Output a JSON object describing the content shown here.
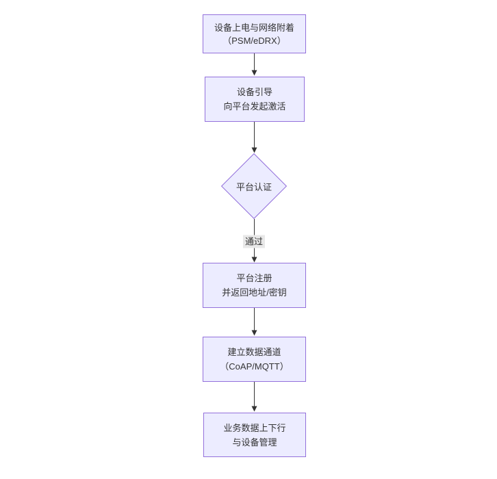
{
  "diagram": {
    "type": "flowchart-top-down",
    "nodes": [
      {
        "id": "power-attach",
        "shape": "rect",
        "lines": [
          "设备上电与网络附着",
          "（PSM/eDRX）"
        ]
      },
      {
        "id": "boot-activate",
        "shape": "rect",
        "lines": [
          "设备引导",
          "向平台发起激活"
        ]
      },
      {
        "id": "platform-auth",
        "shape": "diamond",
        "lines": [
          "平台认证"
        ]
      },
      {
        "id": "platform-register",
        "shape": "rect",
        "lines": [
          "平台注册",
          "并返回地址/密钥"
        ]
      },
      {
        "id": "data-channel",
        "shape": "rect",
        "lines": [
          "建立数据通道",
          "（CoAP/MQTT）"
        ]
      },
      {
        "id": "business-data",
        "shape": "rect",
        "lines": [
          "业务数据上下行",
          "与设备管理"
        ]
      }
    ],
    "edges": [
      {
        "from": "power-attach",
        "to": "boot-activate",
        "label": ""
      },
      {
        "from": "boot-activate",
        "to": "platform-auth",
        "label": ""
      },
      {
        "from": "platform-auth",
        "to": "platform-register",
        "label": "通过"
      },
      {
        "from": "platform-register",
        "to": "data-channel",
        "label": ""
      },
      {
        "from": "data-channel",
        "to": "business-data",
        "label": ""
      }
    ],
    "edge_label_pass": "通过",
    "colors": {
      "node_fill": "#ECECFF",
      "node_border": "#9370DB",
      "edge": "#333333",
      "edge_label_bg": "#e8e8e8",
      "text": "#333333"
    }
  }
}
